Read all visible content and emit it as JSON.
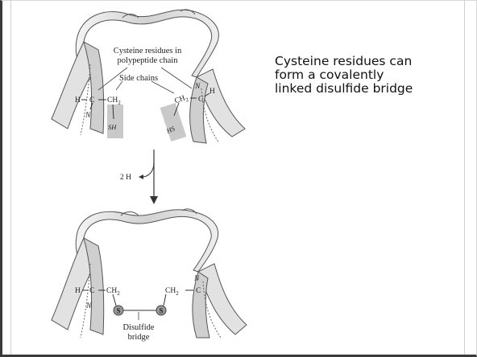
{
  "caption": {
    "line1": "Cysteine residues can",
    "line2": "form a covalently",
    "line3": "linked disulfide bridge"
  },
  "top_diagram": {
    "label_residues_1": "Cysteine residues in",
    "label_residues_2": "polypeptide chain",
    "label_side_chains": "Side chains",
    "left_H": "H",
    "left_C": "C",
    "left_N": "N",
    "left_CH2": "CH",
    "left_CH2_sub": "2",
    "left_SH": "SH",
    "right_CH2": "CH",
    "right_CH2_sub": "2",
    "right_C": "C",
    "right_H": "H",
    "right_N": "N",
    "right_HS": "HS"
  },
  "reaction": {
    "byproduct": "2 H"
  },
  "bottom_diagram": {
    "left_H": "H",
    "left_C": "C",
    "left_N": "N",
    "left_CH2": "CH",
    "left_CH2_sub": "2",
    "right_CH2": "CH",
    "right_CH2_sub": "2",
    "right_C": "C",
    "right_N": "N",
    "sulfur_left": "S",
    "sulfur_right": "S",
    "label_disulfide_1": "Disulfide",
    "label_disulfide_2": "bridge"
  },
  "colors": {
    "ribbon_fill": "#dcdcdc",
    "ribbon_shade": "#b8b8b8",
    "ribbon_edge": "#555555",
    "sidechain_box": "#c9c9c9",
    "sulfur_fill": "#9a9a9a"
  }
}
